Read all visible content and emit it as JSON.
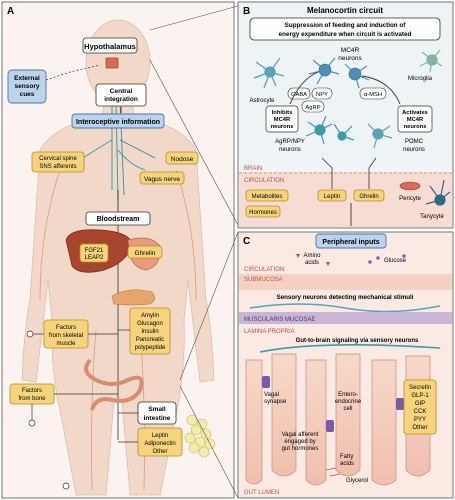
{
  "panel_a": {
    "letter": "A",
    "hypothalamus": "Hypothalamus",
    "external_cues": [
      "External",
      "sensory",
      "cues"
    ],
    "central_integration": [
      "Central",
      "integration"
    ],
    "interoceptive": "Interoceptive information",
    "cervical": [
      "Cervical spine",
      "SNS afferents"
    ],
    "nodose": "Nodose",
    "vagus": "Vagus nerve",
    "bloodstream": "Bloodstream",
    "fgf": [
      "FGF21",
      "LEAP2"
    ],
    "ghrelin": "Ghrelin",
    "muscle": [
      "Factors",
      "from skeletal",
      "muscle"
    ],
    "pancreas": [
      "Amylin",
      "Glucagon",
      "Insulin",
      "Pancreatic",
      "polypeptide"
    ],
    "bone": [
      "Factors",
      "from bone"
    ],
    "small_intestine": [
      "Small",
      "intestine"
    ],
    "adipose": [
      "Leptin",
      "Adiponectin",
      "Other"
    ]
  },
  "panel_b": {
    "letter": "B",
    "title": "Melanocortin circuit",
    "subtitle": [
      "Suppression of feeding and induction of",
      "energy expenditure when circuit is activated"
    ],
    "mc4r": [
      "MC4R",
      "neurons"
    ],
    "astrocyte": "Astrocyte",
    "microglia": "Microglia",
    "gaba": "GABA",
    "npy": "NPY",
    "agrp": "AgRP",
    "amsh": "α-MSH",
    "inhibits": [
      "Inhibits",
      "MC4R",
      "neurons"
    ],
    "activates": [
      "Activates",
      "MC4R",
      "neurons"
    ],
    "agrp_neurons": [
      "AgRP/NPY",
      "neurons"
    ],
    "pomc_neurons": [
      "POMC",
      "neurons"
    ],
    "brain": "BRAIN",
    "circulation": "CIRCULATION",
    "metabolites": "Metabolites",
    "hormones": "Hormones",
    "leptin": "Leptin",
    "ghrelin": "Ghrelin",
    "pericyte": "Pericyte",
    "tanycyte": "Tanycyte"
  },
  "panel_c": {
    "letter": "C",
    "peripheral": "Peripheral inputs",
    "amino": [
      "Amino",
      "acids"
    ],
    "glucose": "Glucose",
    "circulation": "CIRCULATION",
    "submucosa": "SUBMUCOSA",
    "sensory": "Sensory neurons detecting mechanical stimuli",
    "muscularis": "MUSCULARIS MUCOSAE",
    "lamina": "LAMINA PROPRIA",
    "gut_brain": "Gut-to-brain signaling via sensory neurons",
    "vagal_synapse": [
      "Vagal",
      "synapse"
    ],
    "entero": [
      "Entero-",
      "endocrine",
      "cell"
    ],
    "hormones": [
      "Secretin",
      "GLP-1",
      "GIP",
      "CCK",
      "PYY",
      "Other"
    ],
    "vagal_afferent": [
      "Vagal afferent",
      "engaged by",
      "gut hormones"
    ],
    "fatty": [
      "Fatty",
      "acids"
    ],
    "glycerol": "Glycerol",
    "lumen": "GUT LUMEN"
  },
  "colors": {
    "gold_fill": "#f6d47e",
    "gold_stroke": "#b88a1e",
    "blue_fill": "#bcd3ec",
    "blue_stroke": "#4a76a8",
    "body": "#f1d8c8",
    "liver": "#a8452e",
    "neuron_teal": "#3e9aa6"
  }
}
